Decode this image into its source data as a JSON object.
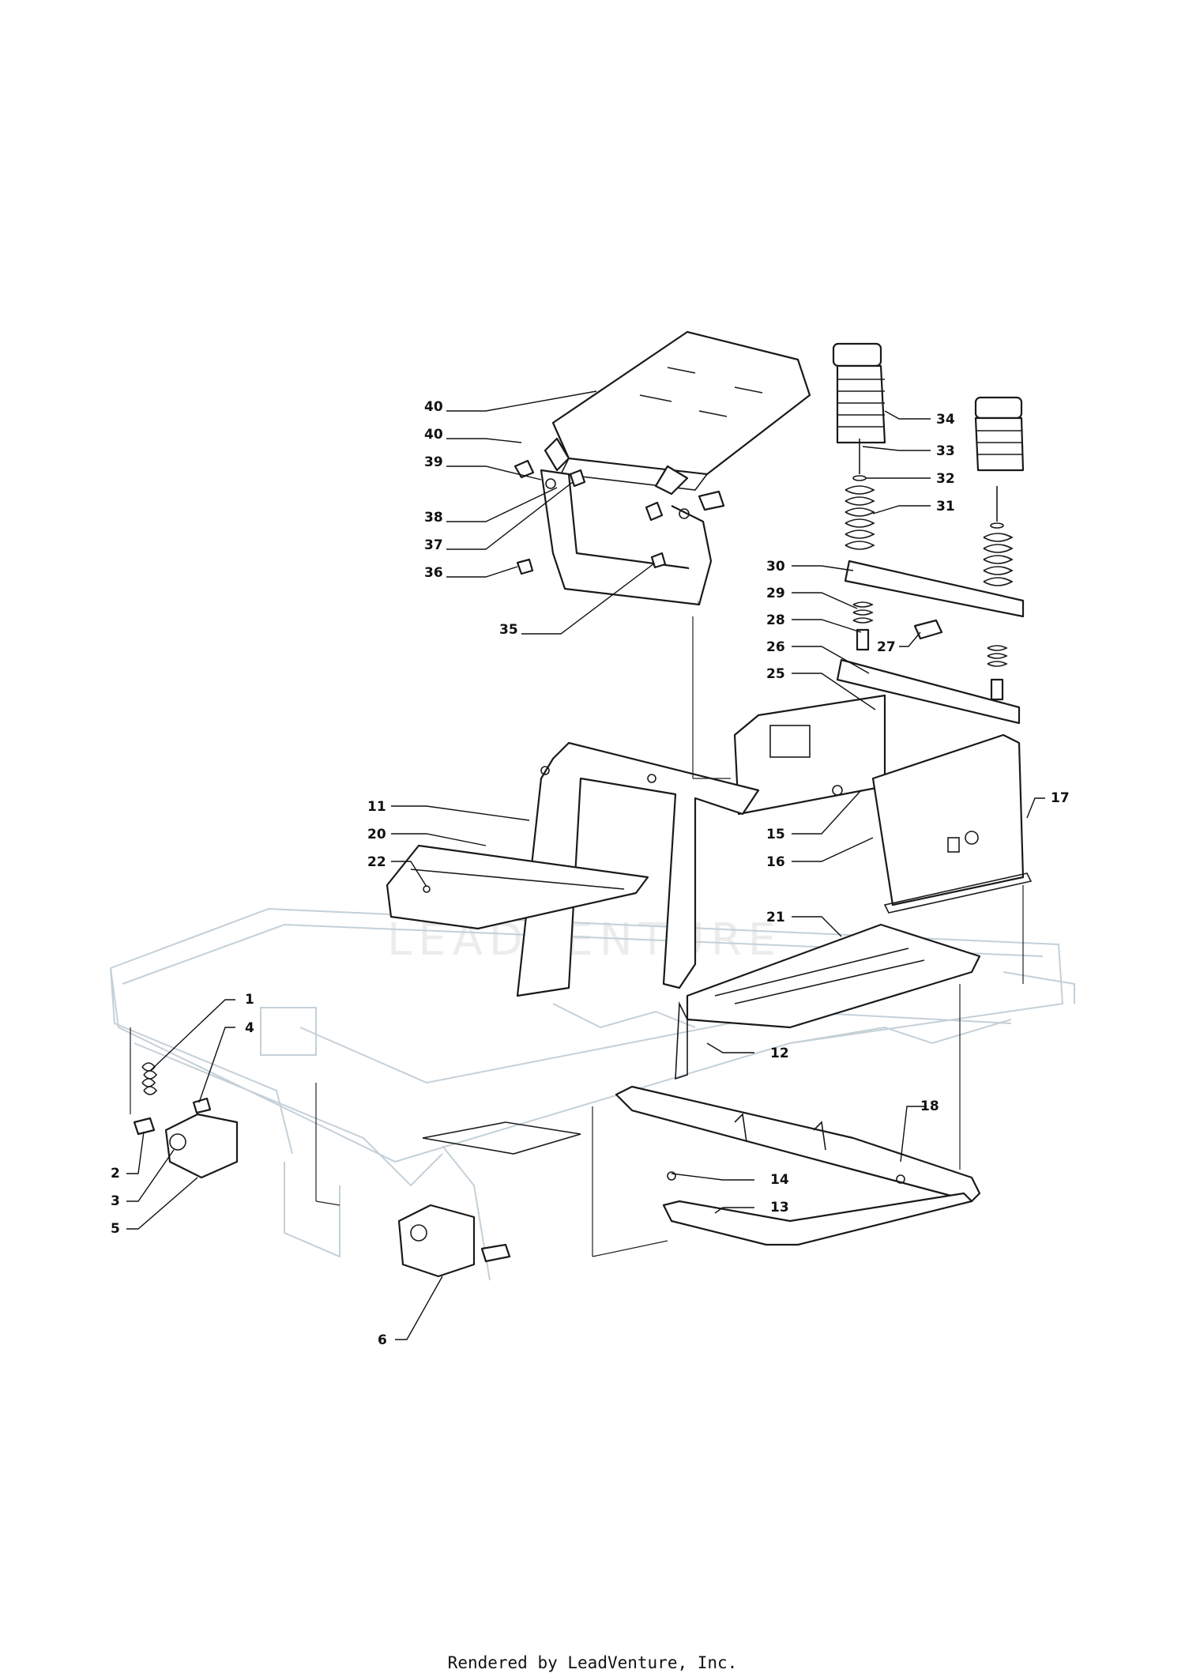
{
  "watermark": "LEADVENTURE",
  "footer": "Rendered by LeadVenture, Inc.",
  "callouts": [
    "1",
    "2",
    "3",
    "4",
    "5",
    "6",
    "11",
    "12",
    "13",
    "14",
    "15",
    "16",
    "17",
    "18",
    "20",
    "21",
    "22",
    "25",
    "26",
    "27",
    "28",
    "29",
    "30",
    "31",
    "32",
    "33",
    "34",
    "35",
    "36",
    "37",
    "38",
    "39",
    "40",
    "40"
  ]
}
